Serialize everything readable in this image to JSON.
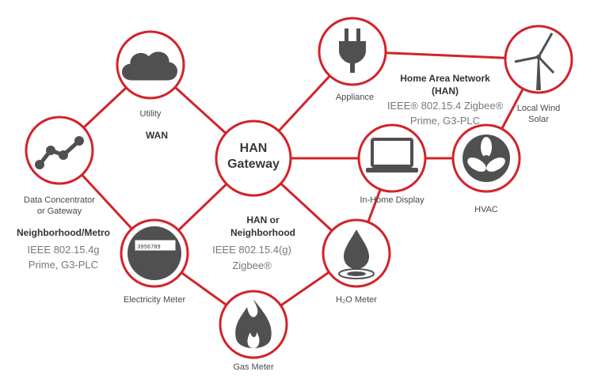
{
  "nodes": {
    "utility": "Utility",
    "han_gateway_line1": "HAN",
    "han_gateway_line2": "Gateway",
    "data_concentrator_line1": "Data Concentrator",
    "data_concentrator_line2": "or Gateway",
    "electricity_meter": "Electricity Meter",
    "meter_reading": "3956789",
    "gas_meter": "Gas Meter",
    "h2o_meter": "H₂O Meter",
    "in_home_display": "In-Home Display",
    "appliance": "Appliance",
    "hvac": "HVAC",
    "local_wind_line1": "Local Wind",
    "local_wind_line2": "Solar"
  },
  "zones": {
    "wan": "WAN",
    "neighborhood_metro_title": "Neighborhood/Metro",
    "neighborhood_metro_proto1": "IEEE 802.15.4g",
    "neighborhood_metro_proto2": "Prime, G3-PLC",
    "han_or_neighborhood_title1": "HAN or",
    "han_or_neighborhood_title2": "Neighborhood",
    "han_or_neighborhood_proto1": "IEEE 802.15.4(g)",
    "han_or_neighborhood_proto2": "Zigbee®",
    "home_area_title1": "Home Area Network",
    "home_area_title2": "(HAN)",
    "home_area_proto1": "IEEE® 802.15.4 Zigbee®",
    "home_area_proto2": "Prime, G3-PLC"
  },
  "colors": {
    "accent": "#d2232a",
    "icon": "#505050"
  }
}
